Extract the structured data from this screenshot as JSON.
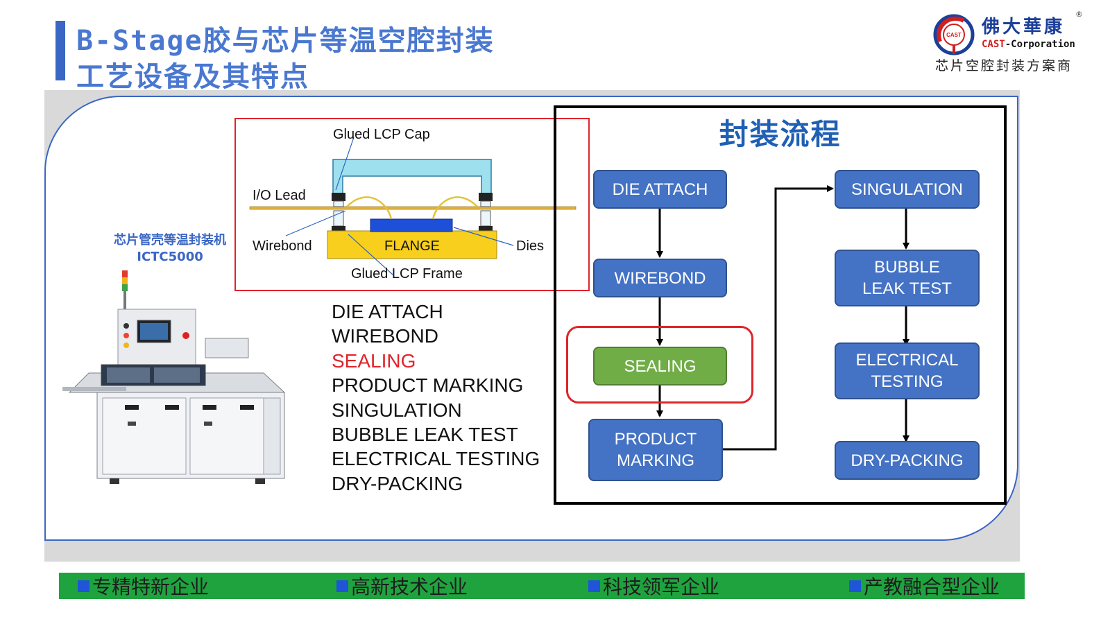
{
  "header": {
    "title_line1": "B-Stage胶与芯片等温空腔封装",
    "title_line2": "工艺设备及其特点"
  },
  "logo": {
    "badge_text": "CAST",
    "brand_cn": "佛大華康",
    "reg_mark": "®",
    "brand_en_cast": "CAST",
    "brand_en_rest": "-Corporation",
    "tagline": "芯片空腔封装方案商"
  },
  "machine": {
    "name": "芯片管壳等温封装机",
    "model": "ICTC5000"
  },
  "cross_section": {
    "cap_label": "Glued LCP Cap",
    "lead_label": "I/O Lead",
    "wirebond_label": "Wirebond",
    "flange_label": "FLANGE",
    "dies_label": "Dies",
    "frame_label": "Glued LCP Frame"
  },
  "steps": [
    "DIE ATTACH",
    "WIREBOND",
    "SEALING",
    "PRODUCT MARKING",
    "SINGULATION",
    "BUBBLE LEAK TEST",
    "ELECTRICAL TESTING",
    "DRY-PACKING"
  ],
  "flow": {
    "title": "封装流程",
    "nodes": {
      "die_attach": "DIE ATTACH",
      "wirebond": "WIREBOND",
      "sealing": "SEALING",
      "product_marking": "PRODUCT\nMARKING",
      "singulation": "SINGULATION",
      "bubble_leak": "BUBBLE\nLEAK TEST",
      "electrical": "ELECTRICAL\nTESTING",
      "dry_packing": "DRY-PACKING"
    }
  },
  "footer": {
    "items": [
      "专精特新企业",
      "高新技术企业",
      "科技领军企业",
      "产教融合型企业"
    ]
  },
  "colors": {
    "accent_blue": "#4472c4",
    "active_green": "#70ad47",
    "highlight_red": "#e0242a",
    "footer_green": "#1fa33f"
  }
}
